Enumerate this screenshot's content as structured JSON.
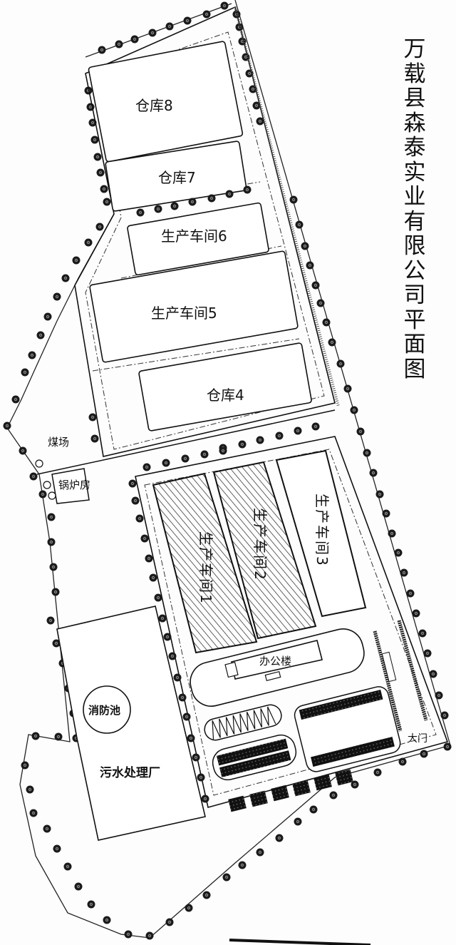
{
  "title": {
    "text": "万载县森泰实业有限公司平面图",
    "chars": [
      "万",
      "载",
      "县",
      "森",
      "泰",
      "实",
      "业",
      "有",
      "限",
      "公",
      "司",
      "平",
      "面",
      "图"
    ]
  },
  "buildings": {
    "warehouse_8": "仓库8",
    "warehouse_7": "仓库7",
    "workshop_6": "生产车间6",
    "workshop_5": "生产车间5",
    "warehouse_4": "仓库4",
    "coal_yard": "煤场",
    "boiler_room": "锅炉房",
    "workshop_1": "生产车间1",
    "workshop_2": "生产车间2",
    "workshop_3": "生产车间3",
    "office_building": "办公楼",
    "fire_pool": "消防池",
    "sewage_plant": "污水处理厂",
    "main_gate": "大门"
  },
  "colors": {
    "ink": "#111111",
    "paper": "#fdfdfd",
    "hatch": "#222222"
  }
}
